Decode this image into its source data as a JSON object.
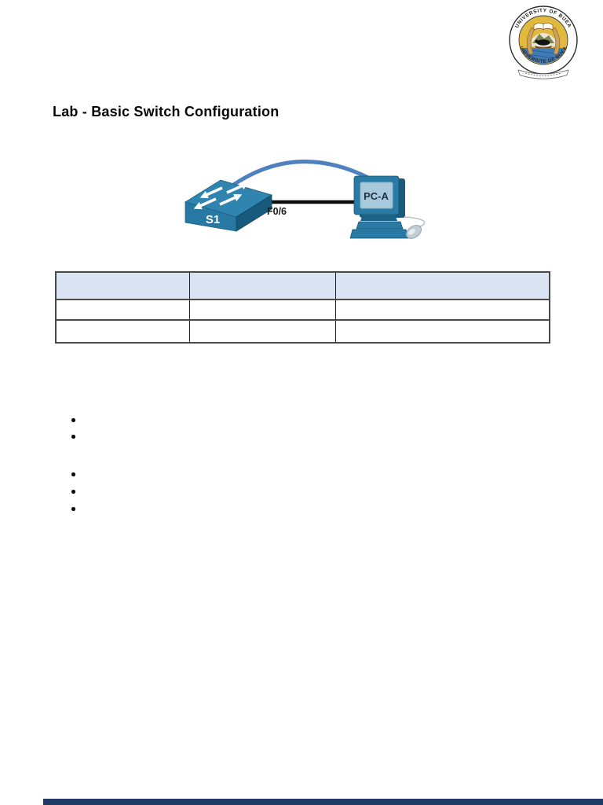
{
  "page": {
    "title": "Lab - Basic Switch Configuration"
  },
  "header_logo": {
    "arc_text_top": "UNIVERSITY OF BUEA",
    "arc_text_bottom": "UNIVERSITE DE BUEA"
  },
  "topology_diagram": {
    "switch_label": "S1",
    "interface_label": "F0/6",
    "pc_label": "PC-A"
  },
  "addressing_table": {
    "header": [
      "",
      "",
      ""
    ],
    "rows": [
      [
        "",
        "",
        ""
      ],
      [
        "",
        "",
        ""
      ]
    ]
  },
  "bullets": {
    "group_1": [
      "",
      ""
    ],
    "group_2": [
      "",
      "",
      ""
    ]
  },
  "colors": {
    "device_blue": "#2A7AA6",
    "device_dark_side": "#1A5B7E",
    "console_cable_blue": "#4E81BD",
    "ethernet_cable_black": "#0c0c0c",
    "screen_blue": "#A7C9DB",
    "table_header_fill": "#DAE3F1",
    "page_bottom_bar": "#1F3864",
    "logo_gold": "#E0B93E",
    "logo_water_blue": "#3F7CB6"
  }
}
